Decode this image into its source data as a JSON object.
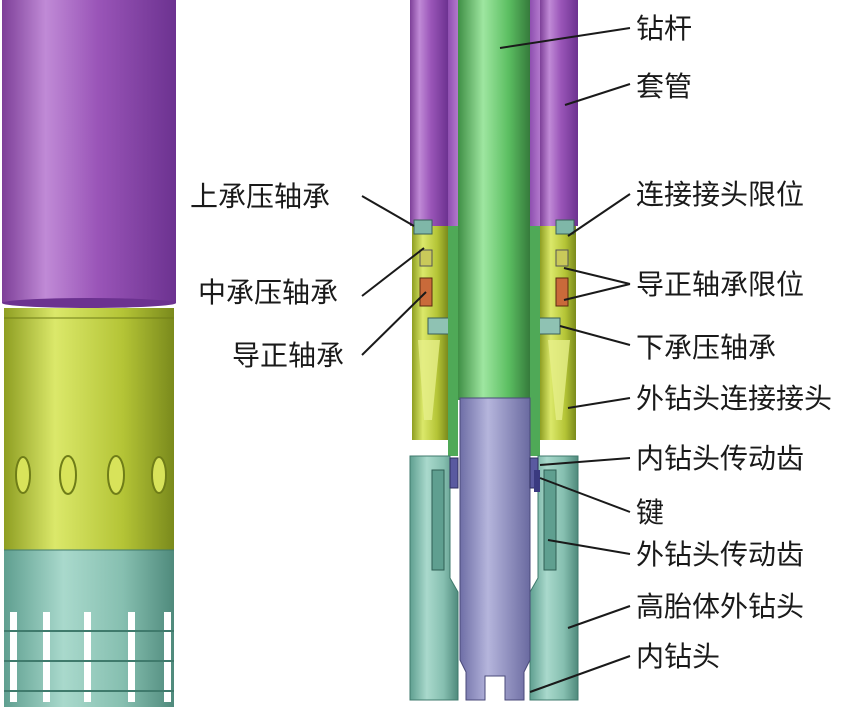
{
  "labels": {
    "drill_rod": "钻杆",
    "casing": "套管",
    "upper_thrust_bearing": "上承压轴承",
    "middle_thrust_bearing": "中承压轴承",
    "guide_bearing": "导正轴承",
    "connector_stop": "连接接头限位",
    "guide_bearing_stop": "导正轴承限位",
    "lower_thrust_bearing": "下承压轴承",
    "outer_bit_connector": "外钻头连接接头",
    "inner_bit_drive_teeth": "内钻头传动齿",
    "key": "键",
    "outer_bit_drive_teeth": "外钻头传动齿",
    "high_matrix_outer_bit": "高胎体外钻头",
    "inner_bit": "内钻头"
  },
  "colors": {
    "casing": "#9b59b6",
    "drill_rod": "#6fcf73",
    "connector": "#b9cf3a",
    "bit_body": "#7fb7a8",
    "inner_bit": "#8f8fc0",
    "bearing": "#c96a3a"
  }
}
